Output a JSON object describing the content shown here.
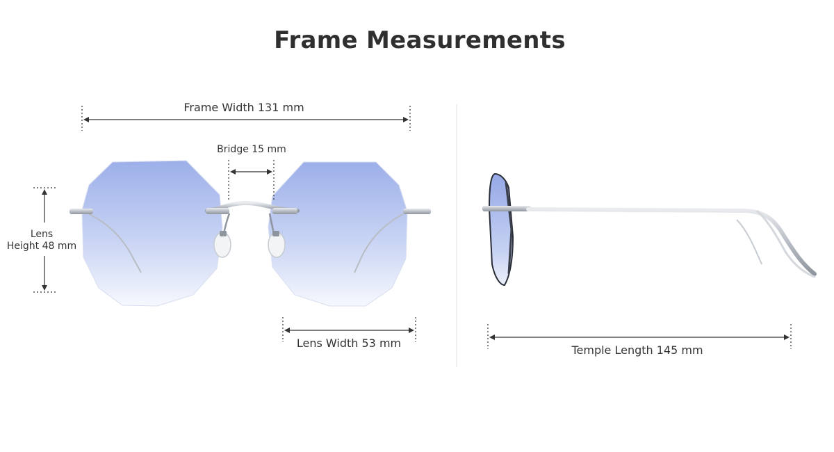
{
  "title": "Frame Measurements",
  "measurements": {
    "frame_width": "Frame Width 131 mm",
    "bridge": "Bridge 15 mm",
    "lens_height_line1": "Lens",
    "lens_height_line2": "Height 48 mm",
    "lens_width": "Lens Width 53 mm",
    "temple_length": "Temple Length 145 mm"
  },
  "colors": {
    "lens_top": "#9fb1ea",
    "lens_bottom": "#f4f6fd",
    "metal": "#c4c8cf",
    "dimension_line": "#333333",
    "divider": "#e3e3e3"
  }
}
